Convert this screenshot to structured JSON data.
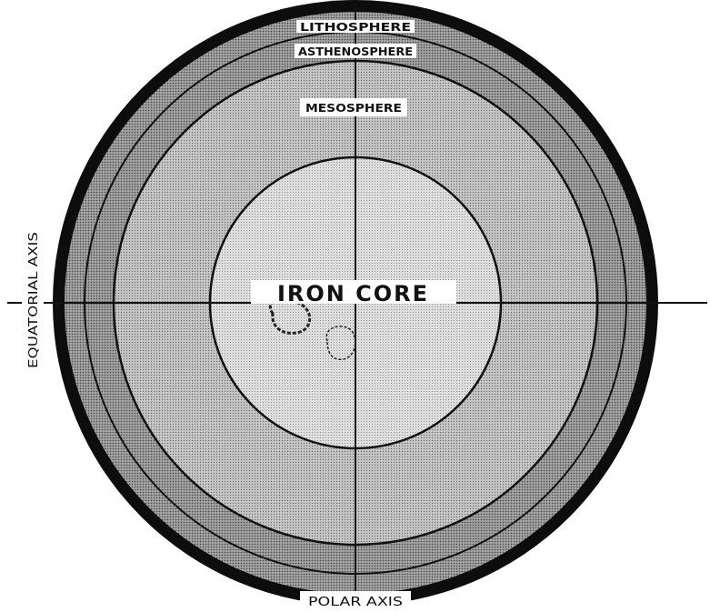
{
  "layers": {
    "lithosphere": "LITHOSPHERE",
    "asthenosphere": "ASTHENOSPHERE",
    "mesosphere": "MESOSPHERE",
    "core": "IRON CORE"
  },
  "axes": {
    "equatorial": "EQUATORIAL AXIS",
    "polar": "POLAR AXIS"
  },
  "colors": {
    "lithosphere": "#0d0d0d",
    "asthenosphere": "#9c9c9c",
    "mesosphere": "#c2c2c2",
    "core": "#d9d9d9",
    "lines": "#111111"
  }
}
